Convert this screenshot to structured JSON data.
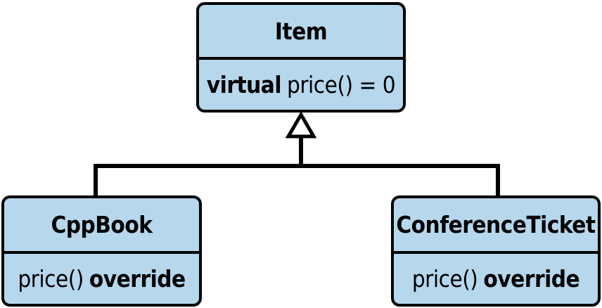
{
  "diagram": {
    "parent": {
      "name": "Item",
      "method": {
        "prefix": "virtual",
        "body": "price() = 0",
        "suffix": ""
      }
    },
    "children": [
      {
        "name": "CppBook",
        "method": {
          "prefix": "",
          "body": "price()",
          "suffix": "override"
        }
      },
      {
        "name": "ConferenceTicket",
        "method": {
          "prefix": "",
          "body": "price()",
          "suffix": "override"
        }
      }
    ],
    "colors": {
      "box_fill": "#b6d7ec",
      "stroke": "#000000"
    }
  }
}
